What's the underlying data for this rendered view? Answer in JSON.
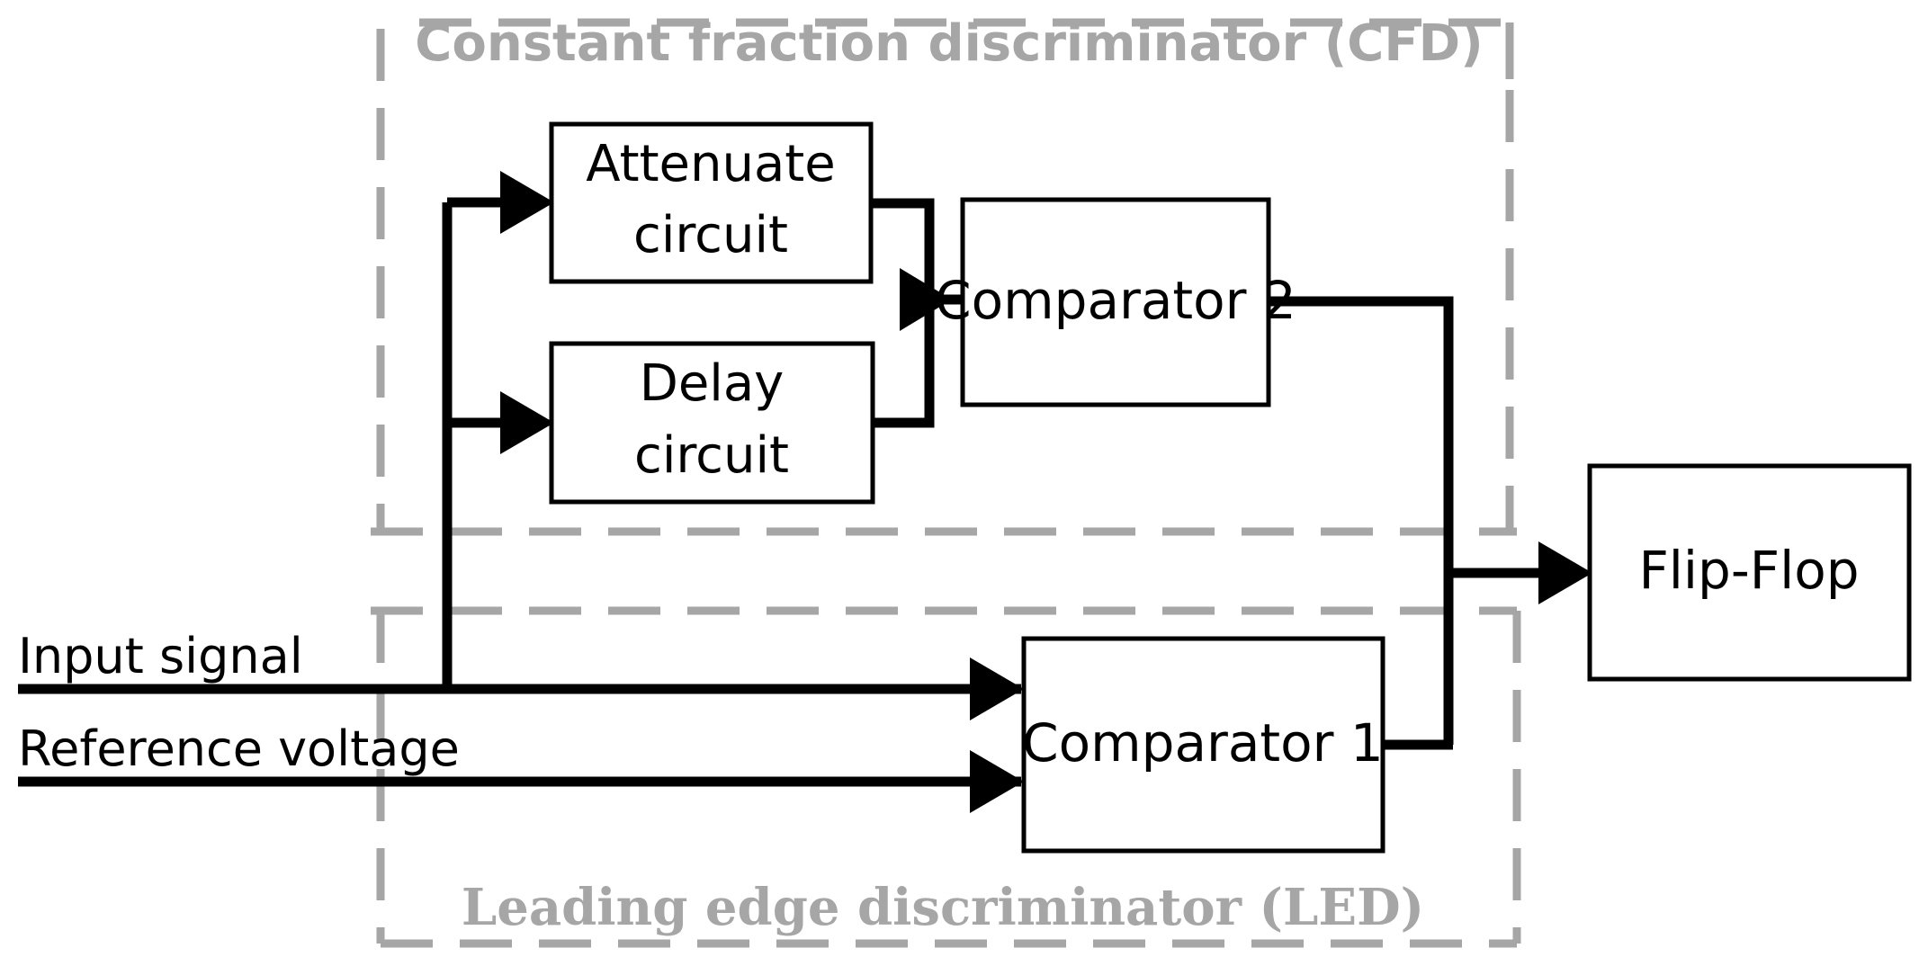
{
  "diagram": {
    "title_cfd": "Constant fraction discriminator (CFD)",
    "title_led": "Leading edge discriminator (LED)",
    "colors": {
      "wire": "#000000",
      "box_stroke": "#000000",
      "box_fill": "#ffffff",
      "group_border": "#a6a6a6",
      "group_title": "#a6a6a6",
      "background": "#ffffff"
    },
    "blocks": [
      {
        "id": "attenuate",
        "label_line1": "Attenuate",
        "label_line2": "circuit"
      },
      {
        "id": "delay",
        "label_line1": "Delay",
        "label_line2": "circuit"
      },
      {
        "id": "comparator2",
        "label_line1": "Comparator 2",
        "label_line2": ""
      },
      {
        "id": "comparator1",
        "label_line1": "Comparator 1",
        "label_line2": ""
      },
      {
        "id": "flipflop",
        "label_line1": "Flip-Flop",
        "label_line2": ""
      }
    ],
    "inputs": [
      {
        "id": "input-signal",
        "label": "Input signal"
      },
      {
        "id": "reference-voltage",
        "label": "Reference voltage"
      }
    ]
  }
}
